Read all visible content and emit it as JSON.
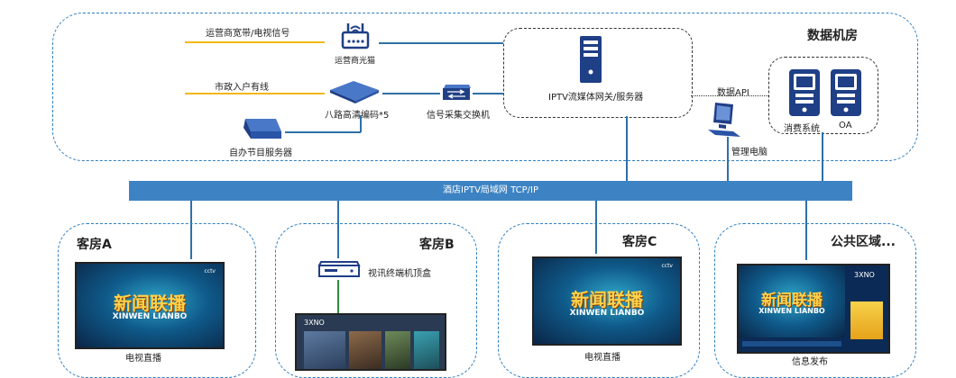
{
  "top": {
    "operator_signal_label": "运营商宽带/电视信号",
    "optical_modem_label": "运营商光猫",
    "municipal_cable_label": "市政入户有线",
    "encoder_label": "八路高清编码*5",
    "self_program_server_label": "自办节目服务器",
    "signal_switch_label": "信号采集交换机",
    "gateway_label": "IPTV流媒体网关/服务器",
    "data_api_label": "数据API",
    "mgmt_pc_label": "管理电脑",
    "datacenter_title": "数据机房",
    "billing_label": "消费系统",
    "oa_label": "OA"
  },
  "network_bar_label": "酒店IPTV局域网 TCP/IP",
  "rooms": {
    "a": {
      "title": "客房A",
      "caption": "电视直播"
    },
    "b": {
      "title": "客房B",
      "stb_label": "视讯终端机顶盒"
    },
    "c": {
      "title": "客房C",
      "caption": "电视直播"
    },
    "public": {
      "title": "公共区域...",
      "caption": "信息发布"
    }
  },
  "screens": {
    "news_title": "新闻联播",
    "news_subtitle": "XINWEN LIANBO",
    "channel_logo": "cctv",
    "brand_logo": "3XNO"
  },
  "colors": {
    "dashed_border": "#2f7fc0",
    "network_bar": "#3d83c3",
    "signal_line": "#f2b817",
    "device": "#2a4f9a"
  }
}
